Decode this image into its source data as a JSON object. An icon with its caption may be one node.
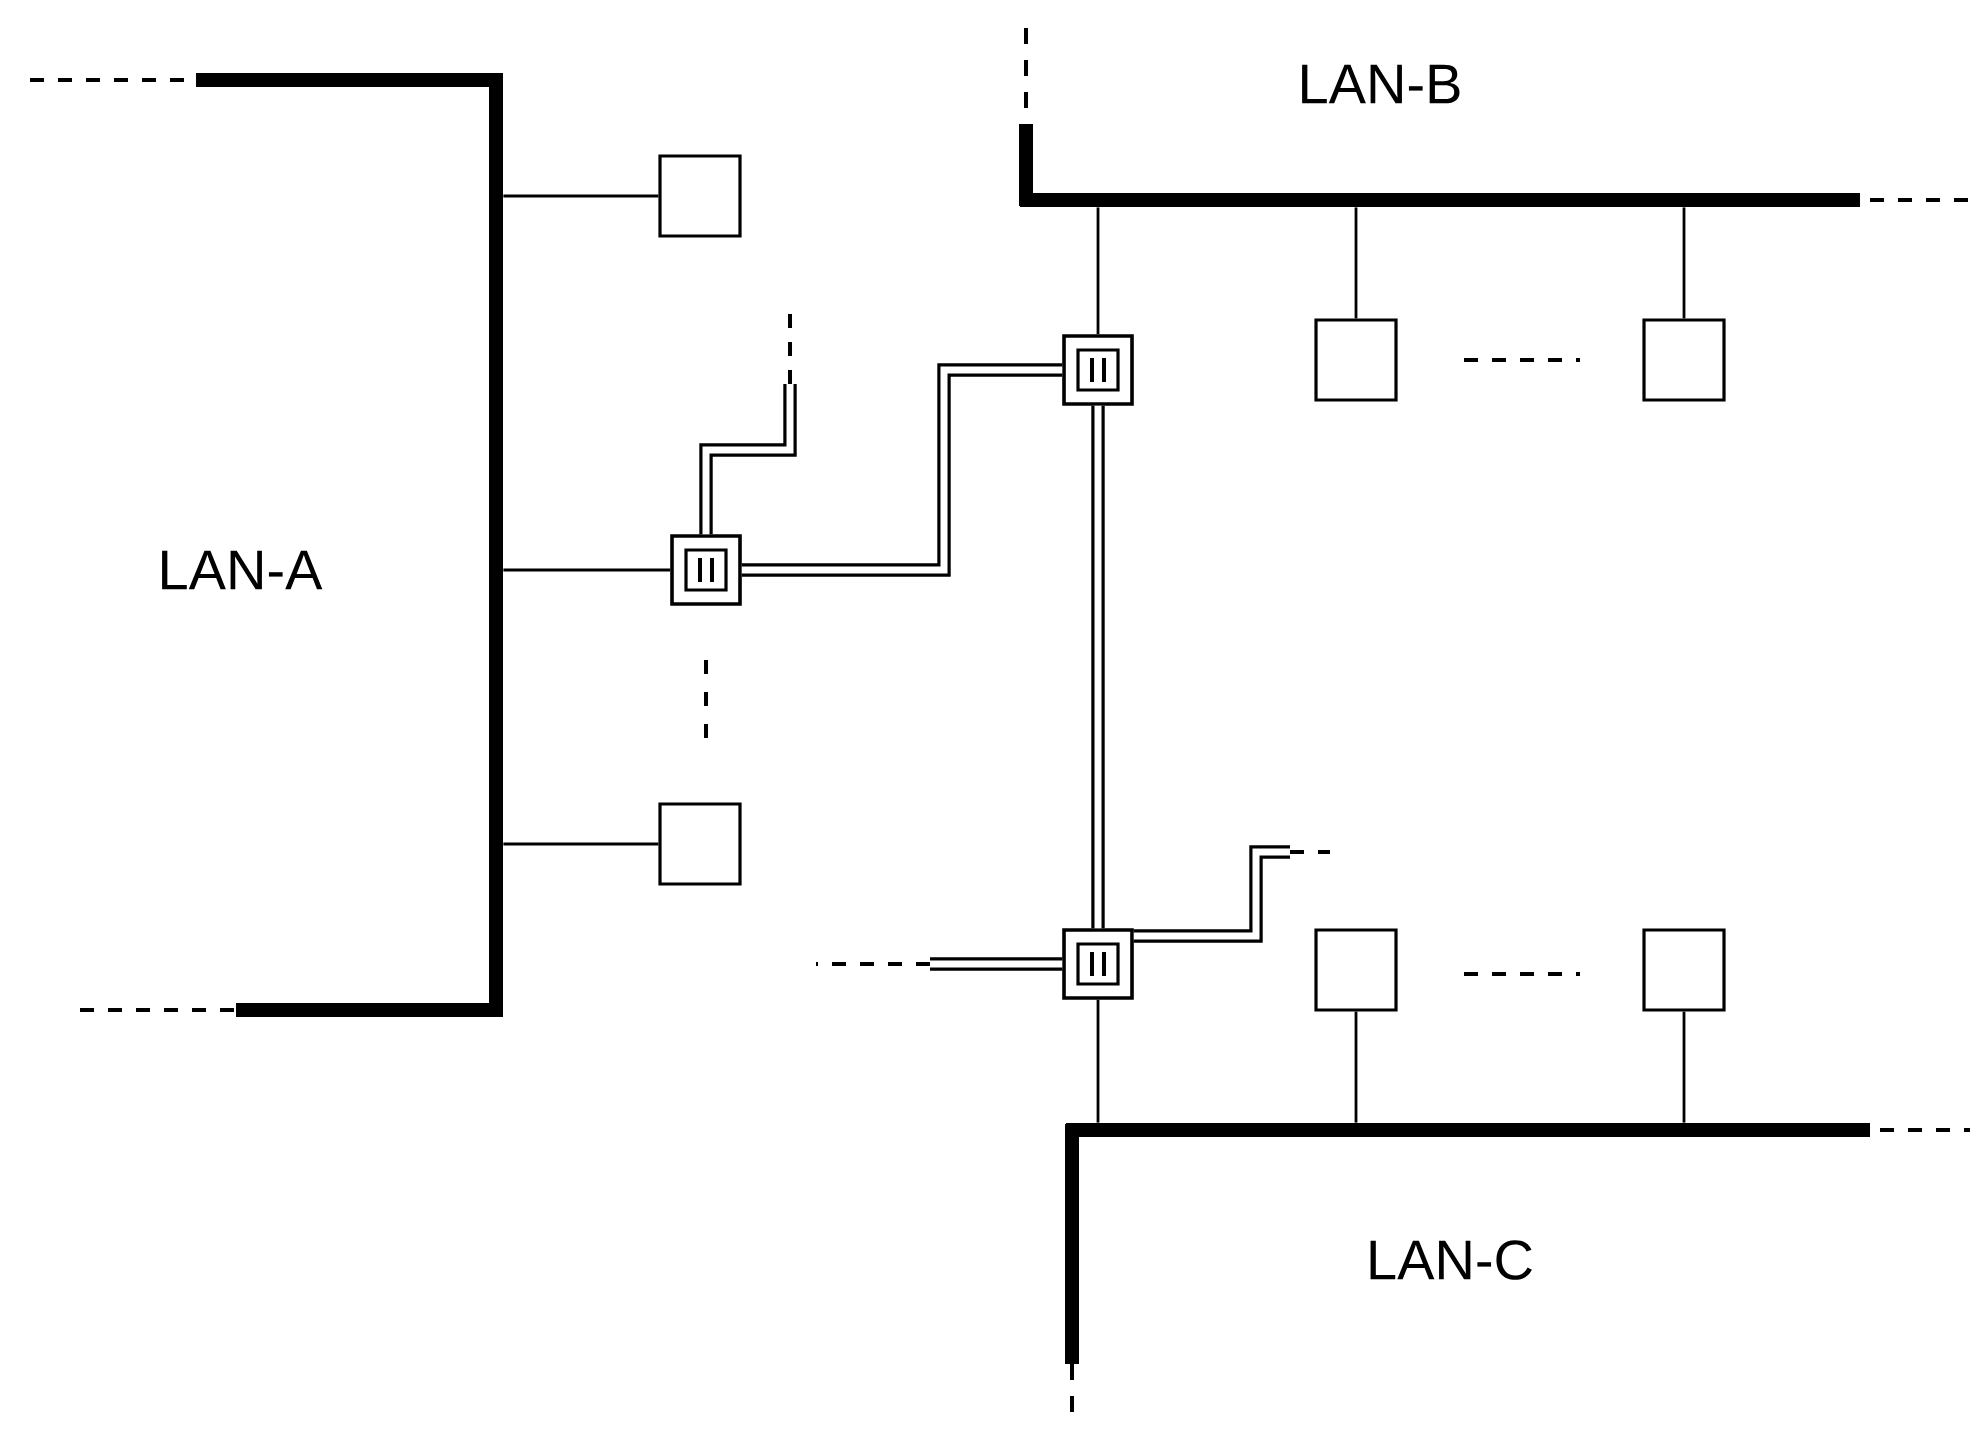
{
  "diagram": {
    "nodes": [
      {
        "text": [
          "LAN-A"
        ]
      },
      {
        "text": [
          "LAN-B"
        ]
      },
      {
        "text": [
          "LAN-C"
        ]
      },
      {
        "text": [],
        "shape": "box"
      },
      {
        "text": [],
        "shape": "square"
      },
      {
        "text": [],
        "shape": "box"
      },
      {
        "text": [],
        "shape": "square"
      },
      {
        "text": [],
        "shape": "box"
      },
      {
        "text": [],
        "shape": "box"
      },
      {
        "text": [],
        "shape": "square"
      },
      {
        "text": [],
        "shape": "box"
      },
      {
        "text": [],
        "shape": "box"
      }
    ],
    "edges": [
      {
        "from": 0,
        "to": 3,
        "arrow": "none"
      },
      {
        "from": 0,
        "to": 4,
        "arrow": "none"
      },
      {
        "from": 0,
        "to": 5,
        "arrow": "none"
      },
      {
        "from": 4,
        "to": null,
        "arrow": "none",
        "style": "thick"
      },
      {
        "from": 4,
        "to": 6,
        "arrow": "none",
        "style": "thick"
      },
      {
        "from": 1,
        "to": 6,
        "arrow": "none"
      },
      {
        "from": 1,
        "to": 7,
        "arrow": "none"
      },
      {
        "from": 1,
        "to": 8,
        "arrow": "none"
      },
      {
        "from": 6,
        "to": 9,
        "arrow": "none",
        "style": "thick"
      },
      {
        "from": null,
        "to": 9,
        "arrow": "none",
        "style": "thick"
      },
      {
        "from": 9,
        "to": null,
        "arrow": "none",
        "style": "thick"
      },
      {
        "from": 9,
        "to": 2,
        "arrow": "none"
      },
      {
        "from": 10,
        "to": 2,
        "arrow": "none"
      },
      {
        "from": 11,
        "to": 2,
        "arrow": "none"
      }
    ]
  }
}
